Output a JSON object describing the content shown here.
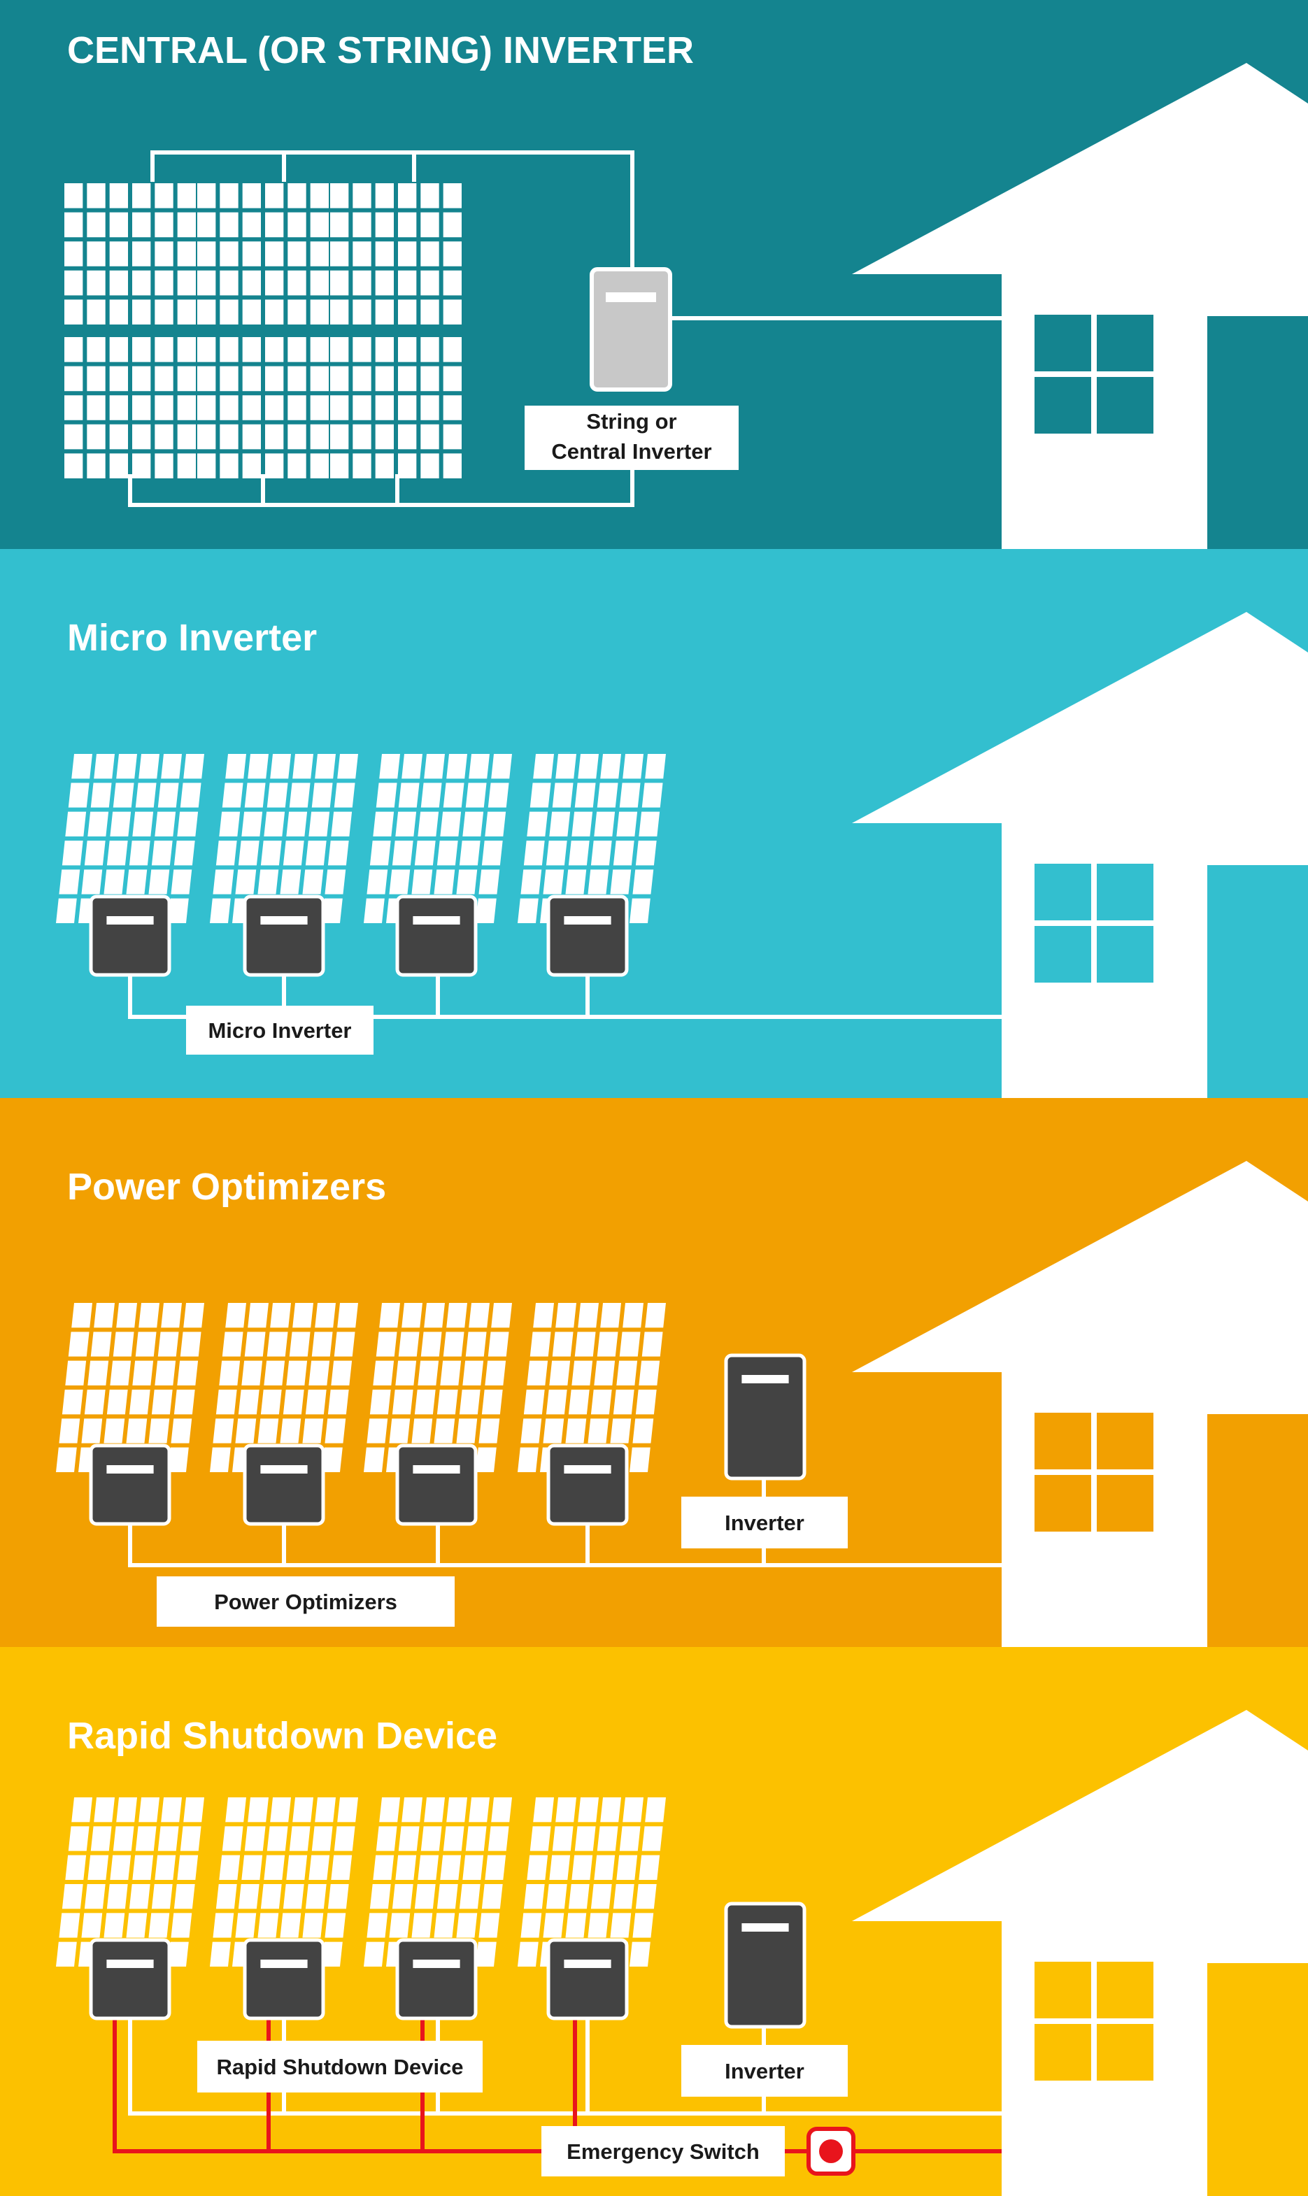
{
  "colors": {
    "central": "#14848f",
    "micro": "#33bfcf",
    "optimizer": "#f2a001",
    "rapid": "#fcc100",
    "panel": "#ffffff",
    "wire": "#ffffff",
    "emergency_wire": "#e8141c",
    "device_dark": "#434343",
    "device_gray": "#c8c8c8",
    "label_bg": "#ffffff",
    "label_text": "#1a1a1a"
  },
  "icons": [
    "solar-panel-icon",
    "inverter-icon",
    "house-icon",
    "emergency-switch-icon"
  ],
  "sections": [
    {
      "id": "central",
      "title": "CENTRAL (OR STRING) INVERTER",
      "labels": [
        "String or",
        "Central Inverter"
      ]
    },
    {
      "id": "micro",
      "title": "Micro Inverter",
      "labels": [
        "Micro Inverter"
      ]
    },
    {
      "id": "optimizer",
      "title": "Power Optimizers",
      "labels": [
        "Inverter",
        "Power Optimizers"
      ]
    },
    {
      "id": "rapid",
      "title": "Rapid Shutdown Device",
      "labels": [
        "Rapid Shutdown Device",
        "Inverter",
        "Emergency Switch"
      ]
    }
  ]
}
